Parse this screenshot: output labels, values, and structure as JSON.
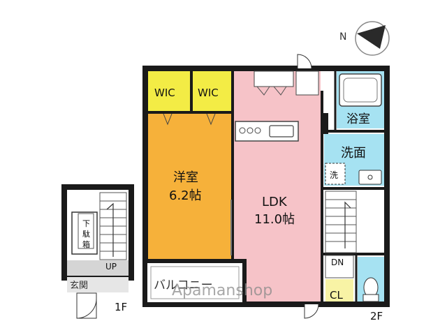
{
  "compass": {
    "north_label": "N"
  },
  "floor_labels": {
    "first": "1F",
    "second": "2F"
  },
  "rooms": {
    "wic_left": "WIC",
    "wic_right": "WIC",
    "western_room_name": "洋室",
    "western_room_size": "6.2帖",
    "ldk_name": "LDK",
    "ldk_size": "11.0帖",
    "bath": "浴室",
    "washroom": "洗面",
    "washer": "洗",
    "closet": "CL",
    "stairs_down": "DN",
    "stairs_up": "UP",
    "entrance": "玄関",
    "shoe_box": [
      "下",
      "駄",
      "箱"
    ],
    "balcony": "バルコニー"
  },
  "watermark": "Apamanshop",
  "colors": {
    "wic": "#f3ec45",
    "western_room": "#f6b13a",
    "ldk": "#f6c3c8",
    "bath": "#a6e2f2",
    "washroom": "#a6e2f2",
    "closet": "#f8f3a5",
    "entrance": "#d5d5d5",
    "wall": "#1a1a1a"
  }
}
